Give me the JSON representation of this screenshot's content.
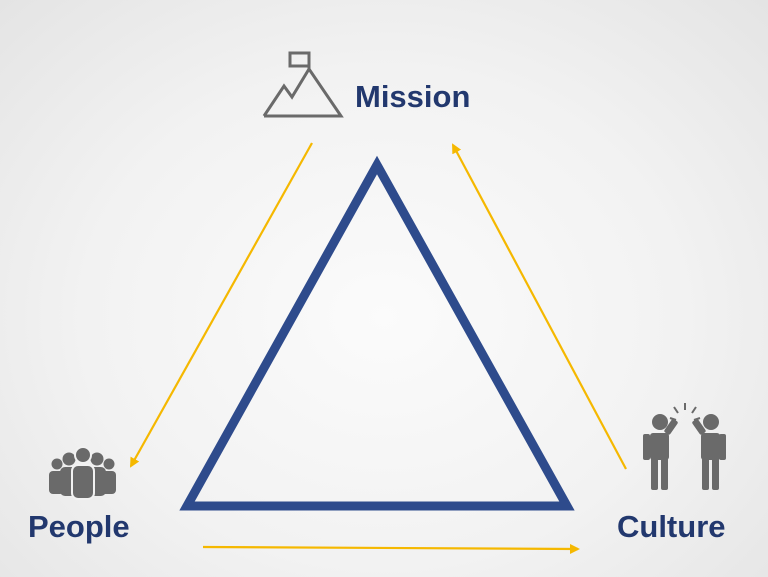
{
  "colors": {
    "triangle": "#2e4b8c",
    "arrow": "#f5b800",
    "icon": "#6a6a6a",
    "label": "#22386e"
  },
  "nodes": {
    "mission": {
      "label": "Mission",
      "icon": "mountain-flag-icon"
    },
    "people": {
      "label": "People",
      "icon": "group-icon"
    },
    "culture": {
      "label": "Culture",
      "icon": "high-five-icon"
    }
  }
}
